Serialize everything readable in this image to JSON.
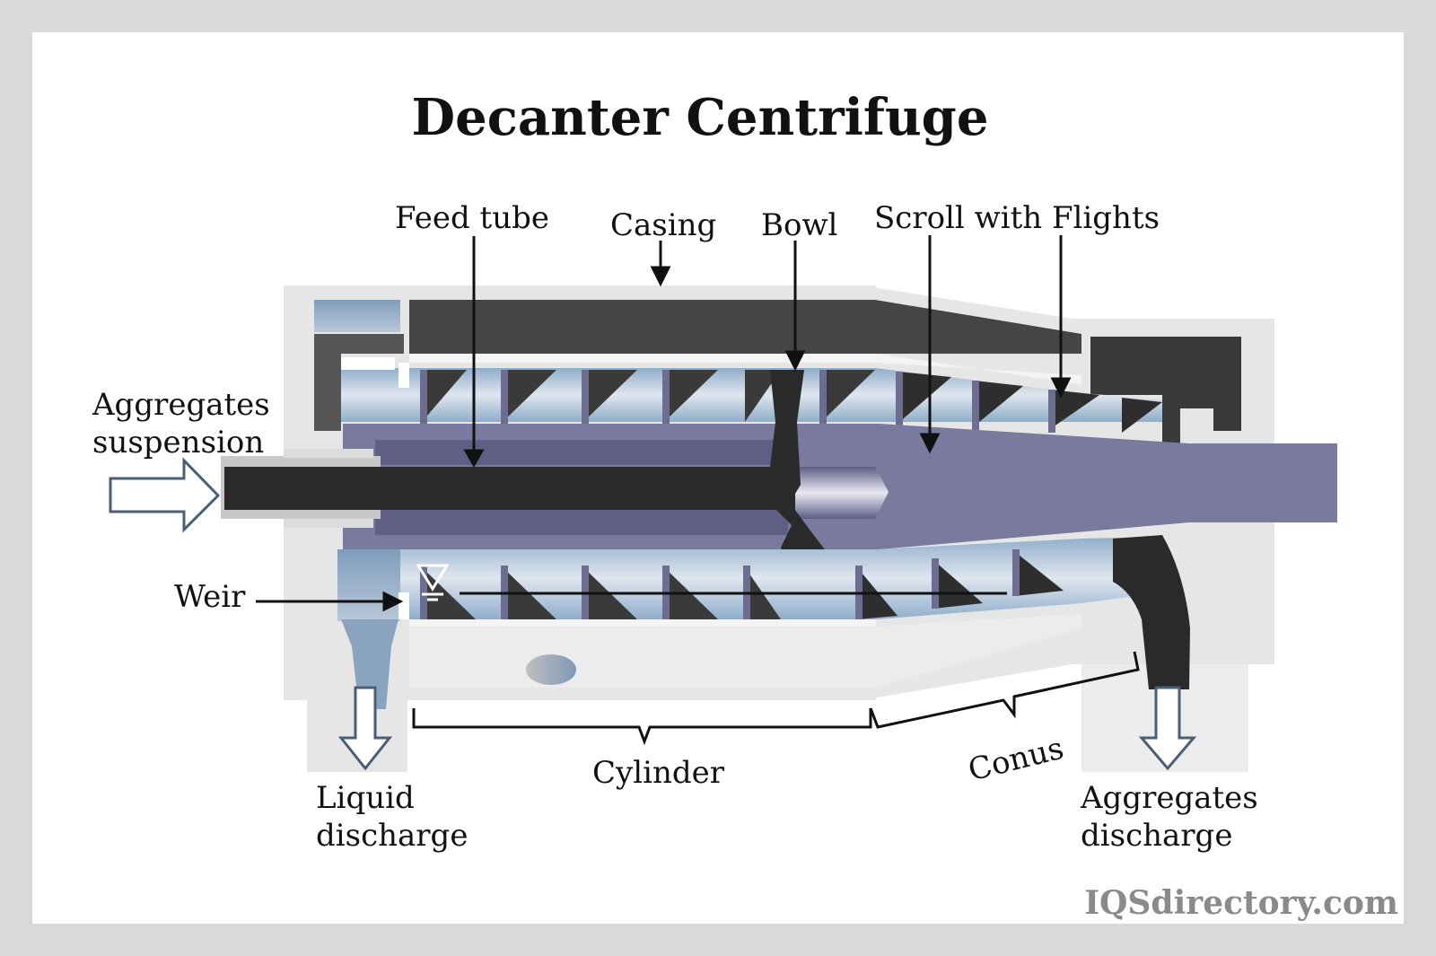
{
  "title": "Decanter Centrifuge",
  "labels": {
    "feed_tube": "Feed tube",
    "casing": "Casing",
    "bowl": "Bowl",
    "scroll": "Scroll with Flights",
    "aggregates_suspension_1": "Aggregates",
    "aggregates_suspension_2": "suspension",
    "weir": "Weir",
    "liquid_discharge_1": "Liquid",
    "liquid_discharge_2": "discharge",
    "cylinder": "Cylinder",
    "conus": "Conus",
    "aggregates_discharge_1": "Aggregates",
    "aggregates_discharge_2": "discharge"
  },
  "brand": "IQSdirectory.com",
  "colors": {
    "casing_dark": "#454545",
    "casing_light": "#e6e6e6",
    "scroll_purple": "#7a7a9e",
    "feed_tube_black": "#2a2a2a",
    "liquid_blue": "#9ab4cc",
    "flight_dark": "#2e2e2e"
  }
}
